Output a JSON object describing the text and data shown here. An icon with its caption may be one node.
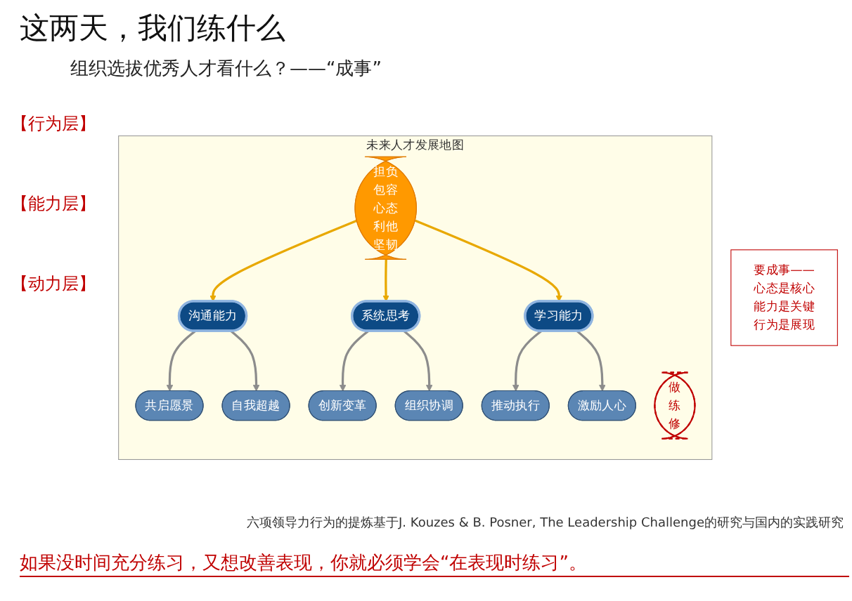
{
  "diagram": {
    "title": "这两天，我们练什么",
    "nodes": [
      {
        "text": [
          "未来人才发展地图"
        ]
      },
      {
        "text": [
          "共启愿景"
        ],
        "in": 0
      },
      {
        "text": [
          "自我超越"
        ],
        "in": 0
      },
      {
        "text": [
          "沟通能力"
        ],
        "in": 0
      },
      {
        "text": [
          "激励人心"
        ],
        "in": 0
      },
      {
        "text": [
          "担负",
          "包容",
          "心态",
          "利他",
          "坚韧"
        ],
        "in": 0
      },
      {
        "text": [
          "系统思考"
        ],
        "in": 0
      },
      {
        "text": [
          "学习能力"
        ],
        "in": 0
      },
      {
        "text": [
          "创新变革"
        ],
        "in": 0
      },
      {
        "text": [
          "推动执行"
        ],
        "in": 0
      },
      {
        "text": [
          "组织协调"
        ],
        "in": 0
      },
      {
        "text": [
          "做",
          "练",
          "修"
        ],
        "in": 0
      },
      {
        "text": [
          "要成事——",
          "心态是核心",
          "能力是关键",
          "行为是展现"
        ]
      }
    ],
    "edges": [
      {
        "from": 5,
        "to": 3,
        "arrow": "to",
        "color": "#e8a800"
      },
      {
        "from": 5,
        "to": 6,
        "arrow": "to",
        "color": "#e8a800"
      },
      {
        "from": 5,
        "to": 7,
        "arrow": "to",
        "color": "#e8a800"
      },
      {
        "from": 3,
        "to": 1,
        "arrow": "to"
      },
      {
        "from": 3,
        "to": 2,
        "arrow": "to"
      },
      {
        "from": 6,
        "to": 8,
        "arrow": "to"
      },
      {
        "from": 6,
        "to": 10,
        "arrow": "to"
      },
      {
        "from": 7,
        "to": 9,
        "arrow": "to"
      },
      {
        "from": 7,
        "to": 4,
        "arrow": "to"
      }
    ],
    "labels": [
      "组织选拔优秀人才看什么？——“成事”",
      "【行为层】",
      "【能力层】",
      "【动力层】",
      "六项领导力行为的提炼基于J. Kouzes & B. Posner, The Leadership Challenge的研究与国内的实践研究"
    ],
    "caption": "如果没时间充分练习，又想改善表现，你就必须学会“在表现时练习”。"
  }
}
